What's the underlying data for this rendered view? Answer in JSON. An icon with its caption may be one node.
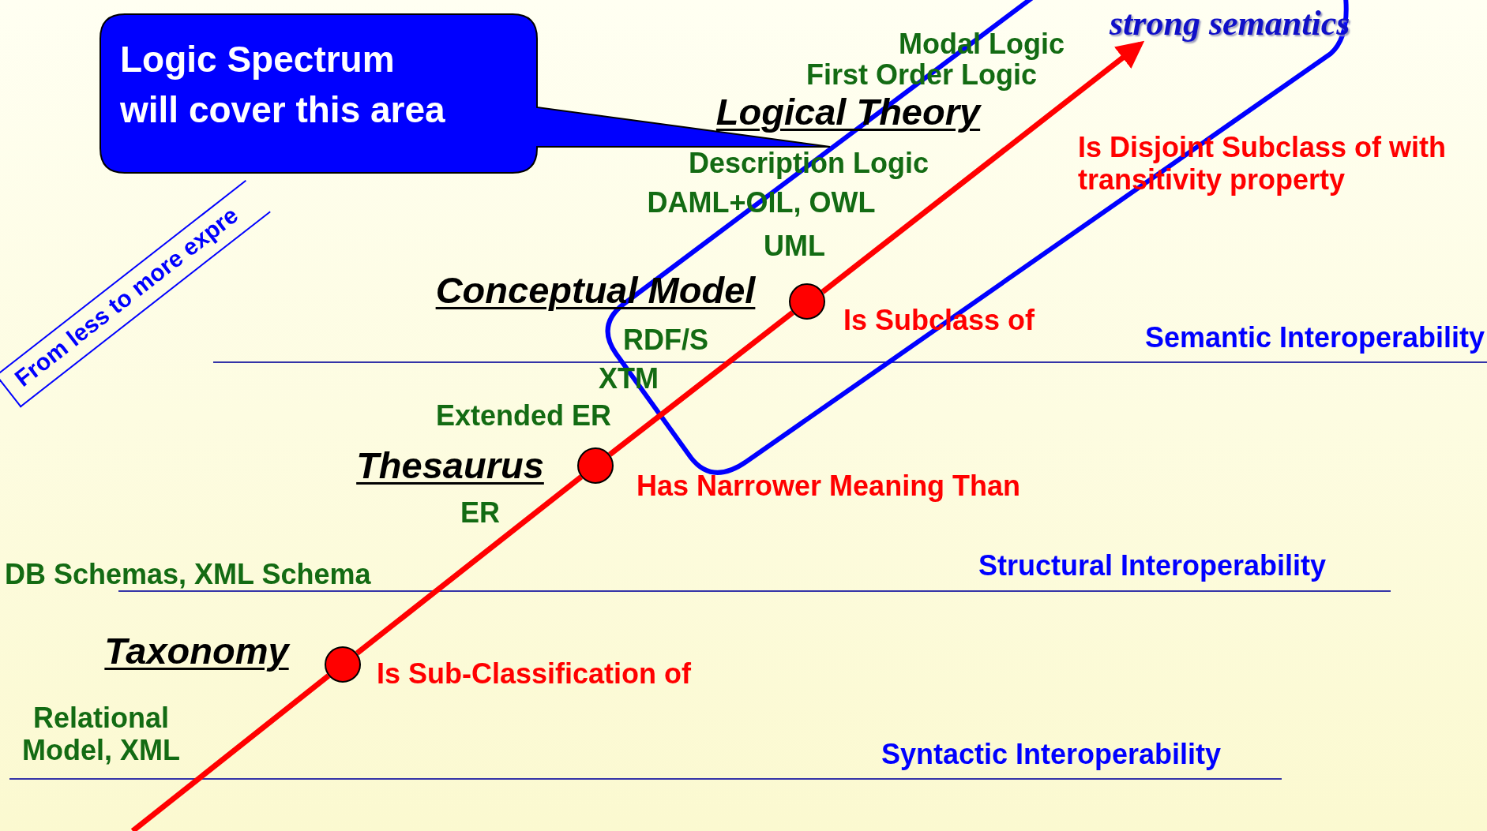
{
  "diagram": {
    "nodes": [
      {
        "text": [
          "From less to more expre"
        ]
      },
      {
        "text": [
          "Logic Spectrum will cover this area"
        ]
      },
      {
        "text": [],
        "shape": "circle",
        "beside": [
          "Is Subclass of"
        ]
      },
      {
        "text": [],
        "shape": "circle",
        "beside": [
          "Has Narrower Meaning Than"
        ]
      },
      {
        "text": [],
        "shape": "circle",
        "beside": [
          "Is Sub-Classification of"
        ]
      },
      {
        "text": [
          "strong semantics"
        ]
      }
    ],
    "edges": [
      {
        "from": null,
        "to": 4,
        "arrow": "none"
      },
      {
        "from": 4,
        "to": 3,
        "arrow": "none"
      },
      {
        "from": 3,
        "to": 2,
        "arrow": "none"
      },
      {
        "from": 2,
        "to": 5,
        "arrow": "to"
      }
    ],
    "labels": [
      "Modal Logic",
      "First Order Logic",
      "Logical Theory",
      "Is Disjoint Subclass of with transitivity property",
      "Description Logic",
      "DAML+OIL, OWL",
      "UML",
      "Conceptual Model",
      "Semantic Interoperability",
      "RDF/S",
      "XTM",
      "Extended ER",
      "Thesaurus",
      "ER",
      "Structural Interoperability",
      "DB Schemas, XML Schema",
      "Taxonomy",
      "Relational Model, XML",
      "Syntactic Interoperability"
    ]
  }
}
